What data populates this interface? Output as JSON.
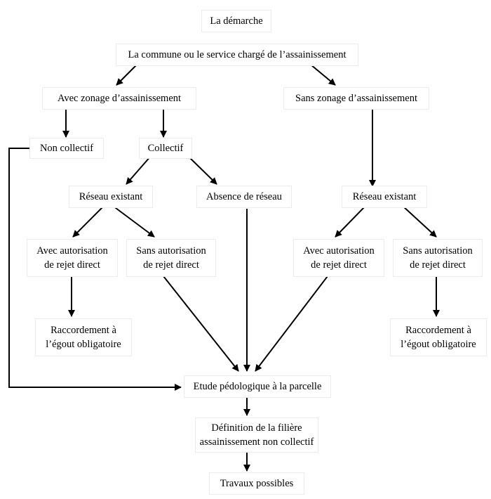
{
  "title": "La démarche",
  "nodes": {
    "commune": "La commune ou le service chargé de l’assainissement",
    "avec_zonage": "Avec zonage d’assainissement",
    "sans_zonage": "Sans zonage d’assainissement",
    "non_collectif": "Non collectif",
    "collectif": "Collectif",
    "reseau_existant_left": "Réseau existant",
    "absence_reseau": "Absence de réseau",
    "reseau_existant_right": "Réseau existant",
    "avec_autorisation_left": "Avec autorisation\nde rejet direct",
    "sans_autorisation_left": "Sans autorisation\nde rejet direct",
    "avec_autorisation_right": "Avec autorisation\nde rejet direct",
    "sans_autorisation_right": "Sans autorisation\nde rejet direct",
    "raccordement_left": "Raccordement à\nl’égout obligatoire",
    "raccordement_right": "Raccordement à\nl’égout obligatoire",
    "etude": "Etude pédologique à la parcelle",
    "definition": "Définition de la filière\nassainissement non collectif",
    "travaux": "Travaux possibles"
  }
}
